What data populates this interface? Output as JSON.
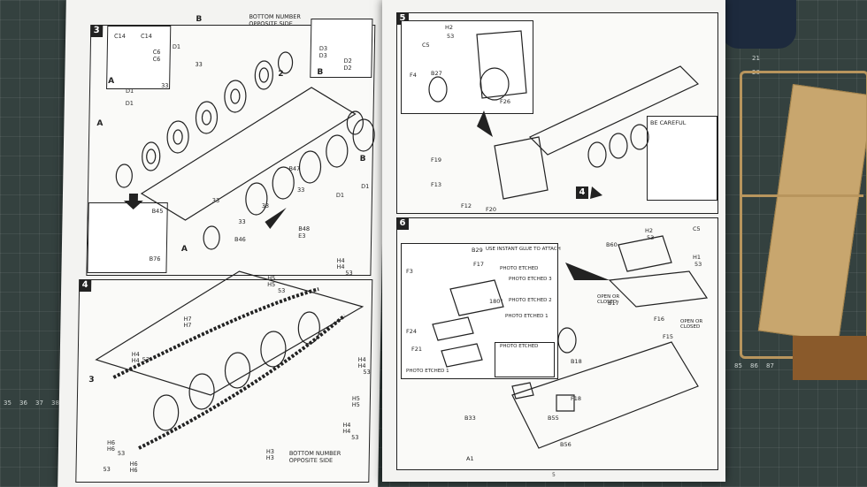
{
  "left_page": {
    "step3": {
      "number": "3",
      "bottom_note": "BOTTOM NUMBER OPPOSITE SIDE",
      "labels": [
        "B",
        "A",
        "A",
        "A",
        "B",
        "B",
        "C14",
        "C14",
        "C6",
        "C6",
        "D1",
        "D1",
        "D1",
        "D1",
        "D1",
        "D3",
        "D3",
        "D2",
        "D2",
        "33",
        "33",
        "33",
        "33",
        "33",
        "33",
        "B47",
        "B48",
        "E3",
        "B46",
        "B45",
        "B76",
        "2"
      ]
    },
    "step4": {
      "number": "4",
      "labels": [
        "H4",
        "H4",
        "H5",
        "H5",
        "H6",
        "H6",
        "H7",
        "H7",
        "H3",
        "H3",
        "H4",
        "H4",
        "H5",
        "H5",
        "H4",
        "H4",
        "H6",
        "H6",
        "H4",
        "H4",
        "53",
        "53",
        "53",
        "53",
        "53",
        "53",
        "53",
        "3"
      ],
      "bottom_note": "BOTTOM NUMBER OPPOSITE SIDE"
    }
  },
  "right_page": {
    "step5": {
      "number": "5",
      "labels": [
        "H2",
        "53",
        "C5",
        "F4",
        "B27",
        "F26",
        "F19",
        "F13",
        "F12",
        "F20",
        "4",
        "BE CAREFUL"
      ]
    },
    "step6": {
      "number": "6",
      "labels": [
        "B29",
        "F17",
        "F3",
        "F24",
        "F21",
        "B60",
        "H2",
        "53",
        "C5",
        "H1",
        "53",
        "B17",
        "F16",
        "F15",
        "F18",
        "B33",
        "B55",
        "B56",
        "A1",
        "B18",
        "180°"
      ],
      "annotations": [
        "USE INSTANT GLUE TO ATTACH",
        "PHOTO ETCHED",
        "PHOTO ETCHED 3",
        "PHOTO ETCHED 2",
        "PHOTO ETCHED 1",
        "PHOTO ETCHED",
        "PHOTO ETCHED 1",
        "OPEN OR CLOSED",
        "OPEN OR CLOSED"
      ]
    },
    "page_number": "5"
  },
  "ruler_left": [
    "35",
    "36",
    "37",
    "38"
  ],
  "ruler_right": [
    "85",
    "86",
    "87"
  ],
  "ruler_top": [
    "21",
    "20"
  ],
  "colors": {
    "mat": "#34413f",
    "paper": "#f3f3f1",
    "sprue": "#c8a66e",
    "ink": "#222222"
  }
}
